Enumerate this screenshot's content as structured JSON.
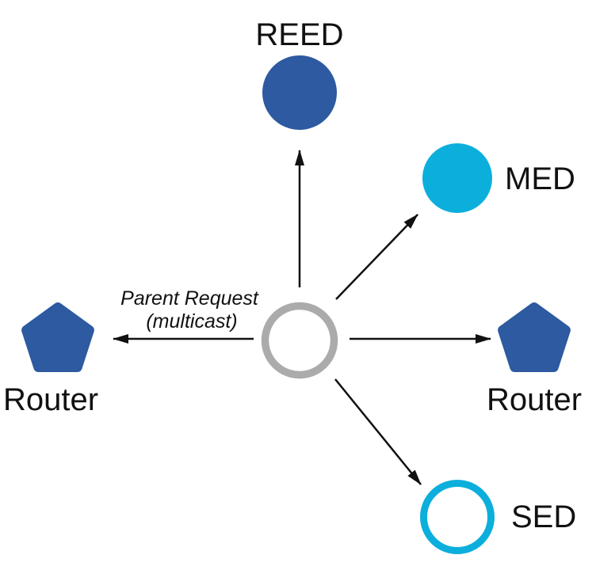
{
  "colors": {
    "node_dark": "#2D5AA0",
    "node_cyan": "#0CAFDC",
    "center_gray": "#ABABAB",
    "ink": "#111111",
    "background": "#FFFFFF"
  },
  "nodes": {
    "reed": {
      "label": "REED",
      "shape": "circle",
      "style": "filled-dark-blue"
    },
    "med": {
      "label": "MED",
      "shape": "circle",
      "style": "filled-cyan"
    },
    "router_left": {
      "label": "Router",
      "shape": "pentagon",
      "style": "filled-dark-blue"
    },
    "router_right": {
      "label": "Router",
      "shape": "pentagon",
      "style": "filled-dark-blue"
    },
    "sed": {
      "label": "SED",
      "shape": "circle",
      "style": "outline-cyan"
    },
    "center": {
      "label": "",
      "shape": "circle",
      "style": "outline-gray"
    }
  },
  "annotation": {
    "line1": "Parent Request",
    "line2": "(multicast)"
  },
  "arrows": [
    {
      "from": "center",
      "to": "reed"
    },
    {
      "from": "center",
      "to": "med"
    },
    {
      "from": "center",
      "to": "router_left"
    },
    {
      "from": "center",
      "to": "router_right"
    },
    {
      "from": "center",
      "to": "sed"
    }
  ]
}
